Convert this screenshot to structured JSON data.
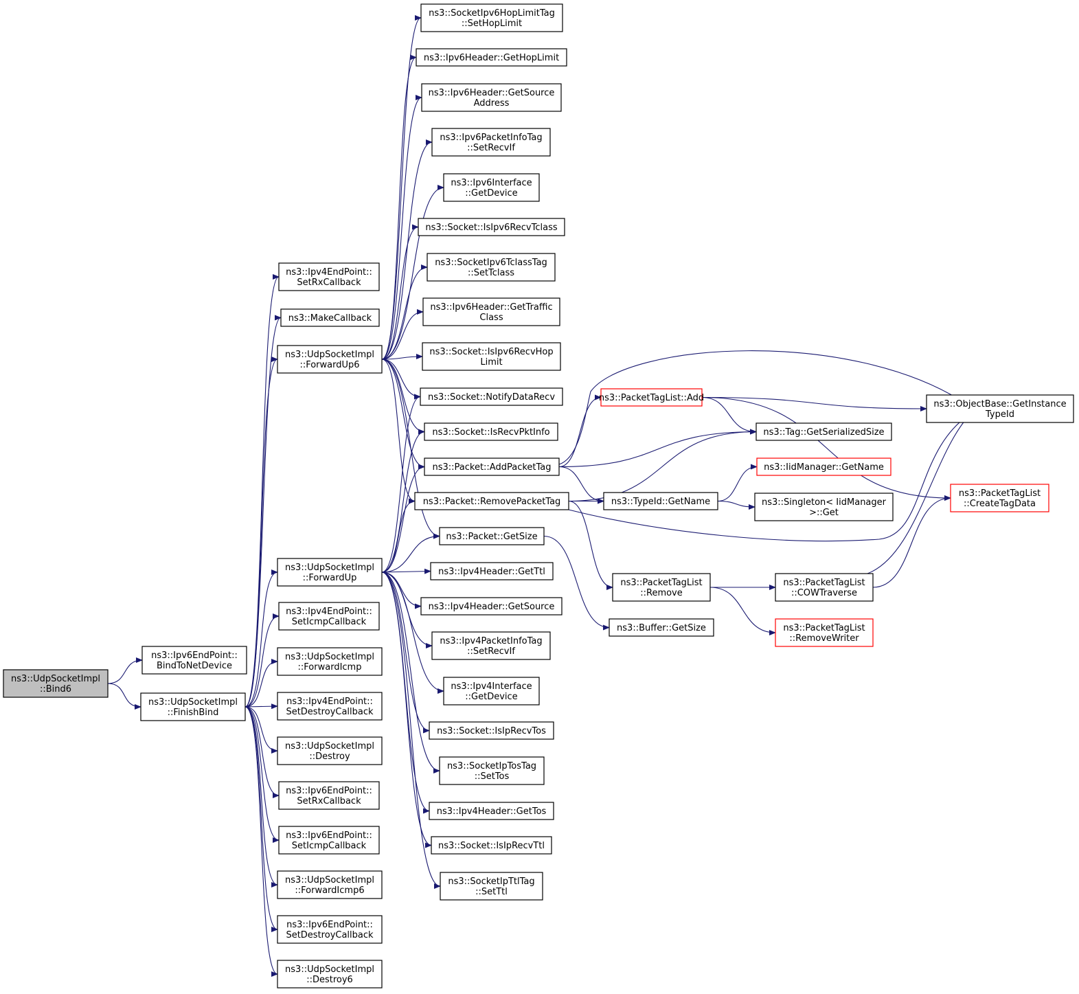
{
  "graph": {
    "type": "call-graph",
    "edge_color": "#191970",
    "node_border_color": "#000000",
    "truncated_node_border_color": "#ff0000",
    "root_fill_color": "#bfbfbf",
    "nodes": [
      {
        "id": "bind6",
        "lines": [
          "ns3::UdpSocketImpl",
          "::Bind6"
        ],
        "root": true
      },
      {
        "id": "bindToNetDevice",
        "lines": [
          "ns3::Ipv6EndPoint::",
          "BindToNetDevice"
        ]
      },
      {
        "id": "finishBind",
        "lines": [
          "ns3::UdpSocketImpl",
          "::FinishBind"
        ]
      },
      {
        "id": "v4SetRxCallback",
        "lines": [
          "ns3::Ipv4EndPoint::",
          "SetRxCallback"
        ]
      },
      {
        "id": "makeCallback",
        "lines": [
          "ns3::MakeCallback"
        ]
      },
      {
        "id": "forwardUp6",
        "lines": [
          "ns3::UdpSocketImpl",
          "::ForwardUp6"
        ]
      },
      {
        "id": "forwardUp",
        "lines": [
          "ns3::UdpSocketImpl",
          "::ForwardUp"
        ]
      },
      {
        "id": "v4SetIcmpCallback",
        "lines": [
          "ns3::Ipv4EndPoint::",
          "SetIcmpCallback"
        ]
      },
      {
        "id": "forwardIcmp",
        "lines": [
          "ns3::UdpSocketImpl",
          "::ForwardIcmp"
        ]
      },
      {
        "id": "v4SetDestroyCallback",
        "lines": [
          "ns3::Ipv4EndPoint::",
          "SetDestroyCallback"
        ]
      },
      {
        "id": "destroy",
        "lines": [
          "ns3::UdpSocketImpl",
          "::Destroy"
        ]
      },
      {
        "id": "v6SetRxCallback",
        "lines": [
          "ns3::Ipv6EndPoint::",
          "SetRxCallback"
        ]
      },
      {
        "id": "v6SetIcmpCallback",
        "lines": [
          "ns3::Ipv6EndPoint::",
          "SetIcmpCallback"
        ]
      },
      {
        "id": "forwardIcmp6",
        "lines": [
          "ns3::UdpSocketImpl",
          "::ForwardIcmp6"
        ]
      },
      {
        "id": "v6SetDestroyCallback",
        "lines": [
          "ns3::Ipv6EndPoint::",
          "SetDestroyCallback"
        ]
      },
      {
        "id": "destroy6",
        "lines": [
          "ns3::UdpSocketImpl",
          "::Destroy6"
        ]
      },
      {
        "id": "setHopLimit",
        "lines": [
          "ns3::SocketIpv6HopLimitTag",
          "::SetHopLimit"
        ]
      },
      {
        "id": "getHopLimit",
        "lines": [
          "ns3::Ipv6Header::GetHopLimit"
        ]
      },
      {
        "id": "getSourceAddress",
        "lines": [
          "ns3::Ipv6Header::GetSource",
          "Address"
        ]
      },
      {
        "id": "v6SetRecvIf",
        "lines": [
          "ns3::Ipv6PacketInfoTag",
          "::SetRecvIf"
        ]
      },
      {
        "id": "v6GetDevice",
        "lines": [
          "ns3::Ipv6Interface",
          "::GetDevice"
        ]
      },
      {
        "id": "isIpv6RecvTclass",
        "lines": [
          "ns3::Socket::IsIpv6RecvTclass"
        ]
      },
      {
        "id": "setTclass",
        "lines": [
          "ns3::SocketIpv6TclassTag",
          "::SetTclass"
        ]
      },
      {
        "id": "getTrafficClass",
        "lines": [
          "ns3::Ipv6Header::GetTraffic",
          "Class"
        ]
      },
      {
        "id": "isIpv6RecvHopLimit",
        "lines": [
          "ns3::Socket::IsIpv6RecvHop",
          "Limit"
        ]
      },
      {
        "id": "notifyDataRecv",
        "lines": [
          "ns3::Socket::NotifyDataRecv"
        ]
      },
      {
        "id": "isRecvPktInfo",
        "lines": [
          "ns3::Socket::IsRecvPktInfo"
        ]
      },
      {
        "id": "addPacketTag",
        "lines": [
          "ns3::Packet::AddPacketTag"
        ]
      },
      {
        "id": "removePacketTag",
        "lines": [
          "ns3::Packet::RemovePacketTag"
        ]
      },
      {
        "id": "packetGetSize",
        "lines": [
          "ns3::Packet::GetSize"
        ]
      },
      {
        "id": "getTtl",
        "lines": [
          "ns3::Ipv4Header::GetTtl"
        ]
      },
      {
        "id": "v4GetSource",
        "lines": [
          "ns3::Ipv4Header::GetSource"
        ]
      },
      {
        "id": "v4SetRecvIf",
        "lines": [
          "ns3::Ipv4PacketInfoTag",
          "::SetRecvIf"
        ]
      },
      {
        "id": "v4GetDevice",
        "lines": [
          "ns3::Ipv4Interface",
          "::GetDevice"
        ]
      },
      {
        "id": "isIpRecvTos",
        "lines": [
          "ns3::Socket::IsIpRecvTos"
        ]
      },
      {
        "id": "setTos",
        "lines": [
          "ns3::SocketIpTosTag",
          "::SetTos"
        ]
      },
      {
        "id": "getTos",
        "lines": [
          "ns3::Ipv4Header::GetTos"
        ]
      },
      {
        "id": "isIpRecvTtl",
        "lines": [
          "ns3::Socket::IsIpRecvTtl"
        ]
      },
      {
        "id": "setTtl",
        "lines": [
          "ns3::SocketIpTtlTag",
          "::SetTtl"
        ]
      },
      {
        "id": "tagListAdd",
        "lines": [
          "ns3::PacketTagList::Add"
        ],
        "truncated": true
      },
      {
        "id": "getSerializedSize",
        "lines": [
          "ns3::Tag::GetSerializedSize"
        ]
      },
      {
        "id": "iidGetName",
        "lines": [
          "ns3::IidManager::GetName"
        ],
        "truncated": true
      },
      {
        "id": "typeIdGetName",
        "lines": [
          "ns3::TypeId::GetName"
        ]
      },
      {
        "id": "singletonGet",
        "lines": [
          "ns3::Singleton< IidManager",
          ">::Get"
        ]
      },
      {
        "id": "tagListRemove",
        "lines": [
          "ns3::PacketTagList",
          "::Remove"
        ]
      },
      {
        "id": "bufferGetSize",
        "lines": [
          "ns3::Buffer::GetSize"
        ]
      },
      {
        "id": "cowTraverse",
        "lines": [
          "ns3::PacketTagList",
          "::COWTraverse"
        ]
      },
      {
        "id": "removeWriter",
        "lines": [
          "ns3::PacketTagList",
          "::RemoveWriter"
        ],
        "truncated": true
      },
      {
        "id": "getInstanceTypeId",
        "lines": [
          "ns3::ObjectBase::GetInstance",
          "TypeId"
        ]
      },
      {
        "id": "createTagData",
        "lines": [
          "ns3::PacketTagList",
          "::CreateTagData"
        ],
        "truncated": true
      }
    ],
    "edges": [
      [
        "bind6",
        "bindToNetDevice"
      ],
      [
        "bind6",
        "finishBind"
      ],
      [
        "finishBind",
        "v4SetRxCallback"
      ],
      [
        "finishBind",
        "makeCallback"
      ],
      [
        "finishBind",
        "forwardUp6"
      ],
      [
        "finishBind",
        "forwardUp"
      ],
      [
        "finishBind",
        "v4SetIcmpCallback"
      ],
      [
        "finishBind",
        "forwardIcmp"
      ],
      [
        "finishBind",
        "v4SetDestroyCallback"
      ],
      [
        "finishBind",
        "destroy"
      ],
      [
        "finishBind",
        "v6SetRxCallback"
      ],
      [
        "finishBind",
        "v6SetIcmpCallback"
      ],
      [
        "finishBind",
        "forwardIcmp6"
      ],
      [
        "finishBind",
        "v6SetDestroyCallback"
      ],
      [
        "finishBind",
        "destroy6"
      ],
      [
        "forwardUp6",
        "setHopLimit"
      ],
      [
        "forwardUp6",
        "getHopLimit"
      ],
      [
        "forwardUp6",
        "getSourceAddress"
      ],
      [
        "forwardUp6",
        "v6SetRecvIf"
      ],
      [
        "forwardUp6",
        "v6GetDevice"
      ],
      [
        "forwardUp6",
        "isIpv6RecvTclass"
      ],
      [
        "forwardUp6",
        "setTclass"
      ],
      [
        "forwardUp6",
        "getTrafficClass"
      ],
      [
        "forwardUp6",
        "isIpv6RecvHopLimit"
      ],
      [
        "forwardUp6",
        "notifyDataRecv"
      ],
      [
        "forwardUp6",
        "isRecvPktInfo"
      ],
      [
        "forwardUp6",
        "addPacketTag"
      ],
      [
        "forwardUp6",
        "removePacketTag"
      ],
      [
        "forwardUp6",
        "packetGetSize"
      ],
      [
        "forwardUp",
        "notifyDataRecv"
      ],
      [
        "forwardUp",
        "isRecvPktInfo"
      ],
      [
        "forwardUp",
        "addPacketTag"
      ],
      [
        "forwardUp",
        "removePacketTag"
      ],
      [
        "forwardUp",
        "packetGetSize"
      ],
      [
        "forwardUp",
        "getTtl"
      ],
      [
        "forwardUp",
        "v4GetSource"
      ],
      [
        "forwardUp",
        "v4SetRecvIf"
      ],
      [
        "forwardUp",
        "v4GetDevice"
      ],
      [
        "forwardUp",
        "isIpRecvTos"
      ],
      [
        "forwardUp",
        "setTos"
      ],
      [
        "forwardUp",
        "getTos"
      ],
      [
        "forwardUp",
        "isIpRecvTtl"
      ],
      [
        "forwardUp",
        "setTtl"
      ],
      [
        "addPacketTag",
        "getInstanceTypeId"
      ],
      [
        "addPacketTag",
        "tagListAdd"
      ],
      [
        "addPacketTag",
        "getSerializedSize"
      ],
      [
        "addPacketTag",
        "typeIdGetName"
      ],
      [
        "removePacketTag",
        "getSerializedSize"
      ],
      [
        "removePacketTag",
        "typeIdGetName"
      ],
      [
        "removePacketTag",
        "tagListRemove"
      ],
      [
        "removePacketTag",
        "getInstanceTypeId"
      ],
      [
        "packetGetSize",
        "bufferGetSize"
      ],
      [
        "tagListAdd",
        "getInstanceTypeId"
      ],
      [
        "tagListAdd",
        "getSerializedSize"
      ],
      [
        "tagListAdd",
        "createTagData"
      ],
      [
        "typeIdGetName",
        "iidGetName"
      ],
      [
        "typeIdGetName",
        "singletonGet"
      ],
      [
        "tagListRemove",
        "cowTraverse"
      ],
      [
        "tagListRemove",
        "removeWriter"
      ],
      [
        "cowTraverse",
        "getInstanceTypeId"
      ],
      [
        "cowTraverse",
        "createTagData"
      ]
    ]
  }
}
